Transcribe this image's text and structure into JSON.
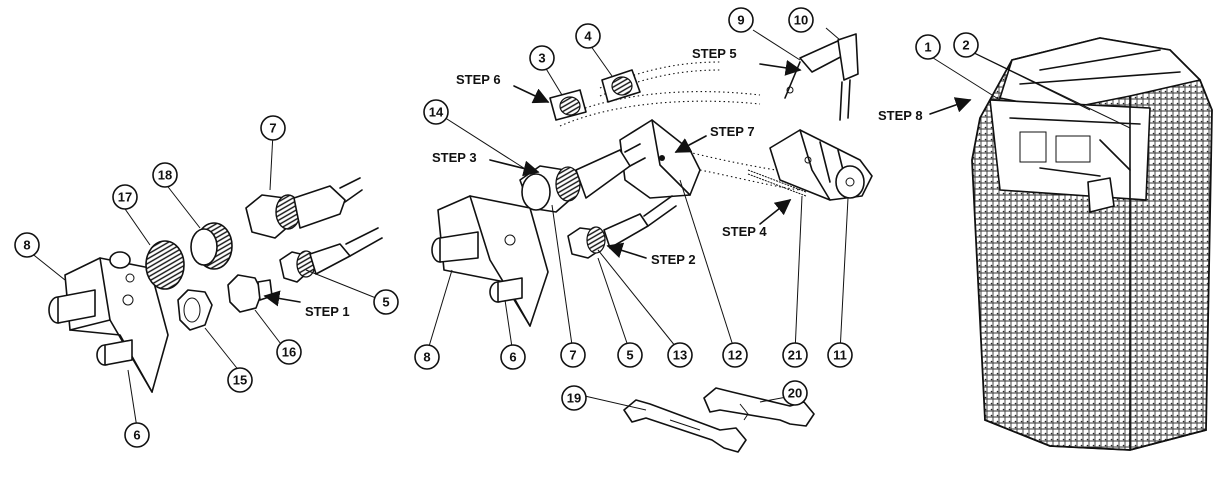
{
  "callouts": [
    "1",
    "2",
    "3",
    "4",
    "5",
    "6",
    "7",
    "8",
    "9",
    "10",
    "11",
    "12",
    "13",
    "14",
    "15",
    "16",
    "17",
    "18",
    "19",
    "20",
    "21"
  ],
  "steps": [
    "STEP 1",
    "STEP 2",
    "STEP 3",
    "STEP 4",
    "STEP 5",
    "STEP 6",
    "STEP 7",
    "STEP 8"
  ]
}
